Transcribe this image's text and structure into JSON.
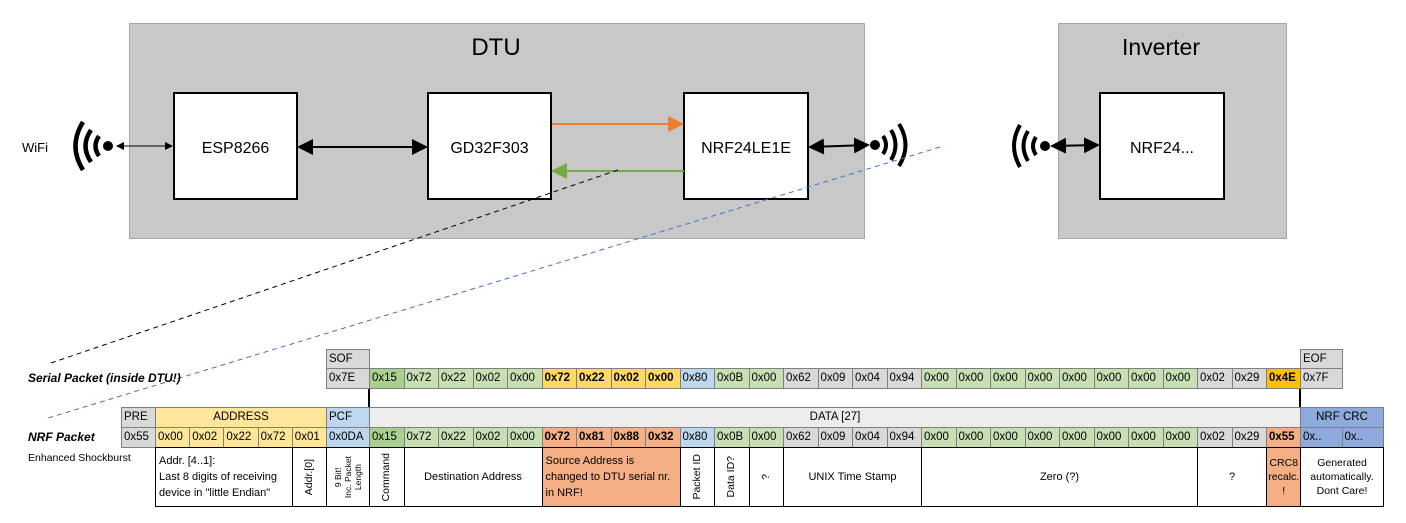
{
  "diagram": {
    "dtu_title": "DTU",
    "inverter_title": "Inverter",
    "wifi_label": "WiFi",
    "blocks": {
      "esp": "ESP8266",
      "gd": "GD32F303",
      "nrf": "NRF24LE1E",
      "inv_nrf": "NRF24..."
    },
    "colors": {
      "tx_arrow": "#ed7d31",
      "rx_arrow": "#70ad47",
      "serial_link": "#000000",
      "nrf_link": "#4472c4",
      "box_fill": "#c8c8c8"
    },
    "icons": [
      "wifi-signal-icon",
      "radio-signal-icon"
    ]
  },
  "labels": {
    "serial": "Serial Packet (inside DTU!)",
    "nrf": "NRF Packet",
    "shockburst": "Enhanced Shockburst"
  },
  "serial": {
    "sof_header": "SOF",
    "sof": "0x7E",
    "eof_header": "EOF",
    "eof": "0x7F",
    "bytes": [
      {
        "v": "0x15",
        "c": "cmd"
      },
      {
        "v": "0x72",
        "c": "lg"
      },
      {
        "v": "0x22",
        "c": "lg"
      },
      {
        "v": "0x02",
        "c": "lg"
      },
      {
        "v": "0x00",
        "c": "lg"
      },
      {
        "v": "0x72",
        "c": "yel"
      },
      {
        "v": "0x22",
        "c": "yel"
      },
      {
        "v": "0x02",
        "c": "yel"
      },
      {
        "v": "0x00",
        "c": "yel"
      },
      {
        "v": "0x80",
        "c": "blue"
      },
      {
        "v": "0x0B",
        "c": "lg"
      },
      {
        "v": "0x00",
        "c": "lg"
      },
      {
        "v": "0x62",
        "c": "grey"
      },
      {
        "v": "0x09",
        "c": "grey"
      },
      {
        "v": "0x04",
        "c": "grey"
      },
      {
        "v": "0x94",
        "c": "grey"
      },
      {
        "v": "0x00",
        "c": "lg"
      },
      {
        "v": "0x00",
        "c": "lg"
      },
      {
        "v": "0x00",
        "c": "lg"
      },
      {
        "v": "0x00",
        "c": "lg"
      },
      {
        "v": "0x00",
        "c": "lg"
      },
      {
        "v": "0x00",
        "c": "lg"
      },
      {
        "v": "0x00",
        "c": "lg"
      },
      {
        "v": "0x00",
        "c": "lg"
      },
      {
        "v": "0x02",
        "c": "grey"
      },
      {
        "v": "0x29",
        "c": "grey"
      },
      {
        "v": "0x4E",
        "c": "gold"
      }
    ]
  },
  "nrf": {
    "pre_header": "PRE",
    "pre": "0x55",
    "address_header": "ADDRESS",
    "address": [
      "0x00",
      "0x02",
      "0x22",
      "0x72",
      "0x01"
    ],
    "pcf_header": "PCF",
    "pcf": "0x0DA",
    "data_header": "DATA [27]",
    "crc_header": "NRF CRC",
    "crc": [
      "0x..",
      "0x.."
    ],
    "bytes": [
      {
        "v": "0x15",
        "c": "cmd"
      },
      {
        "v": "0x72",
        "c": "lg"
      },
      {
        "v": "0x22",
        "c": "lg"
      },
      {
        "v": "0x02",
        "c": "lg"
      },
      {
        "v": "0x00",
        "c": "lg"
      },
      {
        "v": "0x72",
        "c": "sal"
      },
      {
        "v": "0x81",
        "c": "sal"
      },
      {
        "v": "0x88",
        "c": "sal"
      },
      {
        "v": "0x32",
        "c": "sal"
      },
      {
        "v": "0x80",
        "c": "blue"
      },
      {
        "v": "0x0B",
        "c": "lg"
      },
      {
        "v": "0x00",
        "c": "lg"
      },
      {
        "v": "0x62",
        "c": "grey"
      },
      {
        "v": "0x09",
        "c": "grey"
      },
      {
        "v": "0x04",
        "c": "grey"
      },
      {
        "v": "0x94",
        "c": "grey"
      },
      {
        "v": "0x00",
        "c": "lg"
      },
      {
        "v": "0x00",
        "c": "lg"
      },
      {
        "v": "0x00",
        "c": "lg"
      },
      {
        "v": "0x00",
        "c": "lg"
      },
      {
        "v": "0x00",
        "c": "lg"
      },
      {
        "v": "0x00",
        "c": "lg"
      },
      {
        "v": "0x00",
        "c": "lg"
      },
      {
        "v": "0x00",
        "c": "lg"
      },
      {
        "v": "0x02",
        "c": "grey"
      },
      {
        "v": "0x29",
        "c": "grey"
      },
      {
        "v": "0x55",
        "c": "sal"
      }
    ],
    "descriptions": {
      "addr41": "Addr. [4..1]:\nLast 8 digits of receiving device in \"little Endian\"",
      "addr0": "Addr.[0]",
      "pcf": "9 Bit!\nInc. Packet\nLength",
      "command": "Command",
      "destination": "Destination Address",
      "source": "Source Address is changed to DTU serial nr. in NRF!",
      "packet_id": "Packet ID",
      "data_id": "Data ID?",
      "unknown1": "?",
      "timestamp": "UNIX Time Stamp",
      "zero": "Zero (?)",
      "unknown2": "?",
      "crc8": "CRC8 recalc. !",
      "crc_note": "Generated automatically. Dont Care!"
    }
  },
  "palette": {
    "cmd": "#a9d08e",
    "lg": "#c6e0b4",
    "yel": "#ffd966",
    "blue": "#bdd7ee",
    "grey": "#d9d9d9",
    "gold": "#ffc000",
    "sal": "#f4b084",
    "addr": "#ffe699",
    "hdr": "#d9d9d9",
    "crc": "#8ea9db",
    "data_hdr": "#ededed"
  }
}
